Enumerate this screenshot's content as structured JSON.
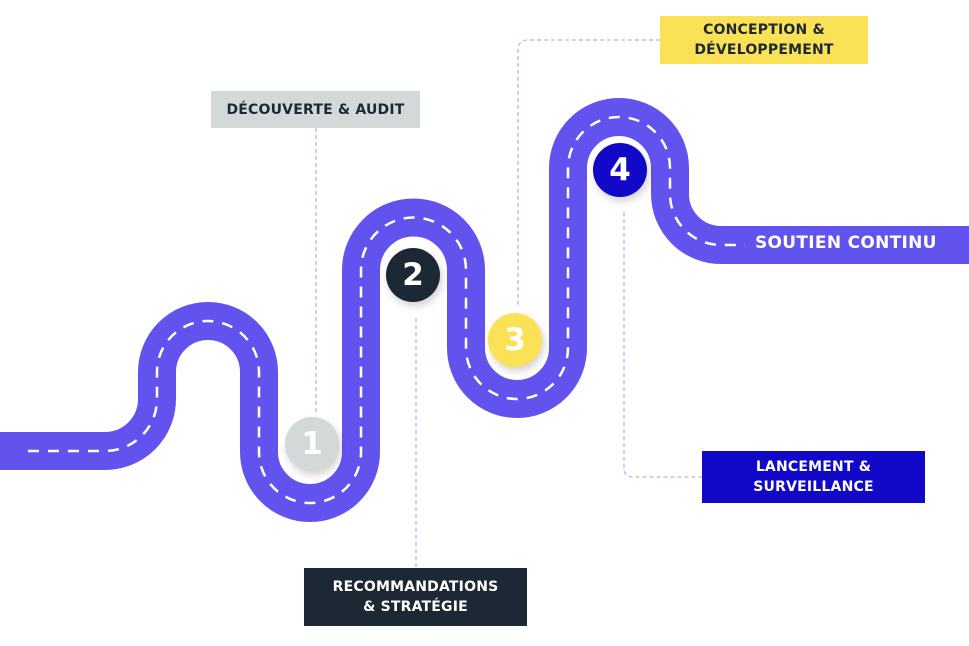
{
  "colors": {
    "road": "#6353EE",
    "step1": "#D2D9D8",
    "step2": "#1C2833",
    "step3": "#FBE155",
    "step4": "#1108C8",
    "leader": "#B9B0F5"
  },
  "steps": [
    {
      "number": "1",
      "label": "DÉCOUVERTE & AUDIT"
    },
    {
      "number": "2",
      "label": "RECOMMANDATIONS & STRATÉGIE"
    },
    {
      "number": "3",
      "label": "CONCEPTION & DÉVELOPPEMENT"
    },
    {
      "number": "4",
      "label": "LANCEMENT & SURVEILLANCE"
    }
  ],
  "end_label": "SOUTIEN CONTINU"
}
